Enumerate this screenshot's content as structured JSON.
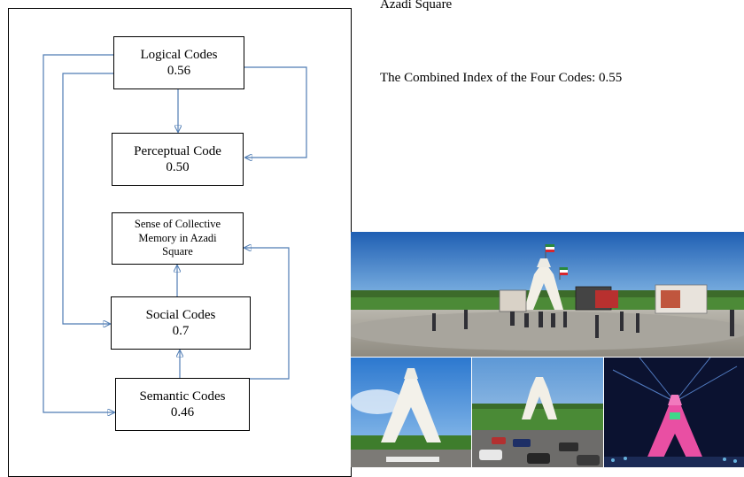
{
  "header": {
    "place_label": "Azadi Square",
    "combined_index_label": "The Combined Index of the Four Codes: 0.55"
  },
  "diagram": {
    "logical": {
      "label": "Logical Codes",
      "value": "0.56"
    },
    "perceptual": {
      "label": "Perceptual Code",
      "value": "0.50"
    },
    "memory": {
      "label": "Sense of Collective Memory in Azadi Square"
    },
    "social": {
      "label": "Social Codes",
      "value": "0.7"
    },
    "semantic": {
      "label": "Semantic Codes",
      "value": "0.46"
    }
  },
  "colors": {
    "arrow": "#4f7cb3",
    "sky": "#3f86d1",
    "grass": "#3f7f2a",
    "night": "#0b1230",
    "tower_lights": "#e94fa3"
  },
  "photos": [
    {
      "name": "wide-square-photo",
      "icon": "azadi-tower-daytime-crowd"
    },
    {
      "name": "tower-closeup-photo",
      "icon": "azadi-tower-closeup"
    },
    {
      "name": "tower-traffic-photo",
      "icon": "azadi-tower-with-traffic"
    },
    {
      "name": "tower-night-photo",
      "icon": "azadi-tower-illuminated"
    }
  ]
}
